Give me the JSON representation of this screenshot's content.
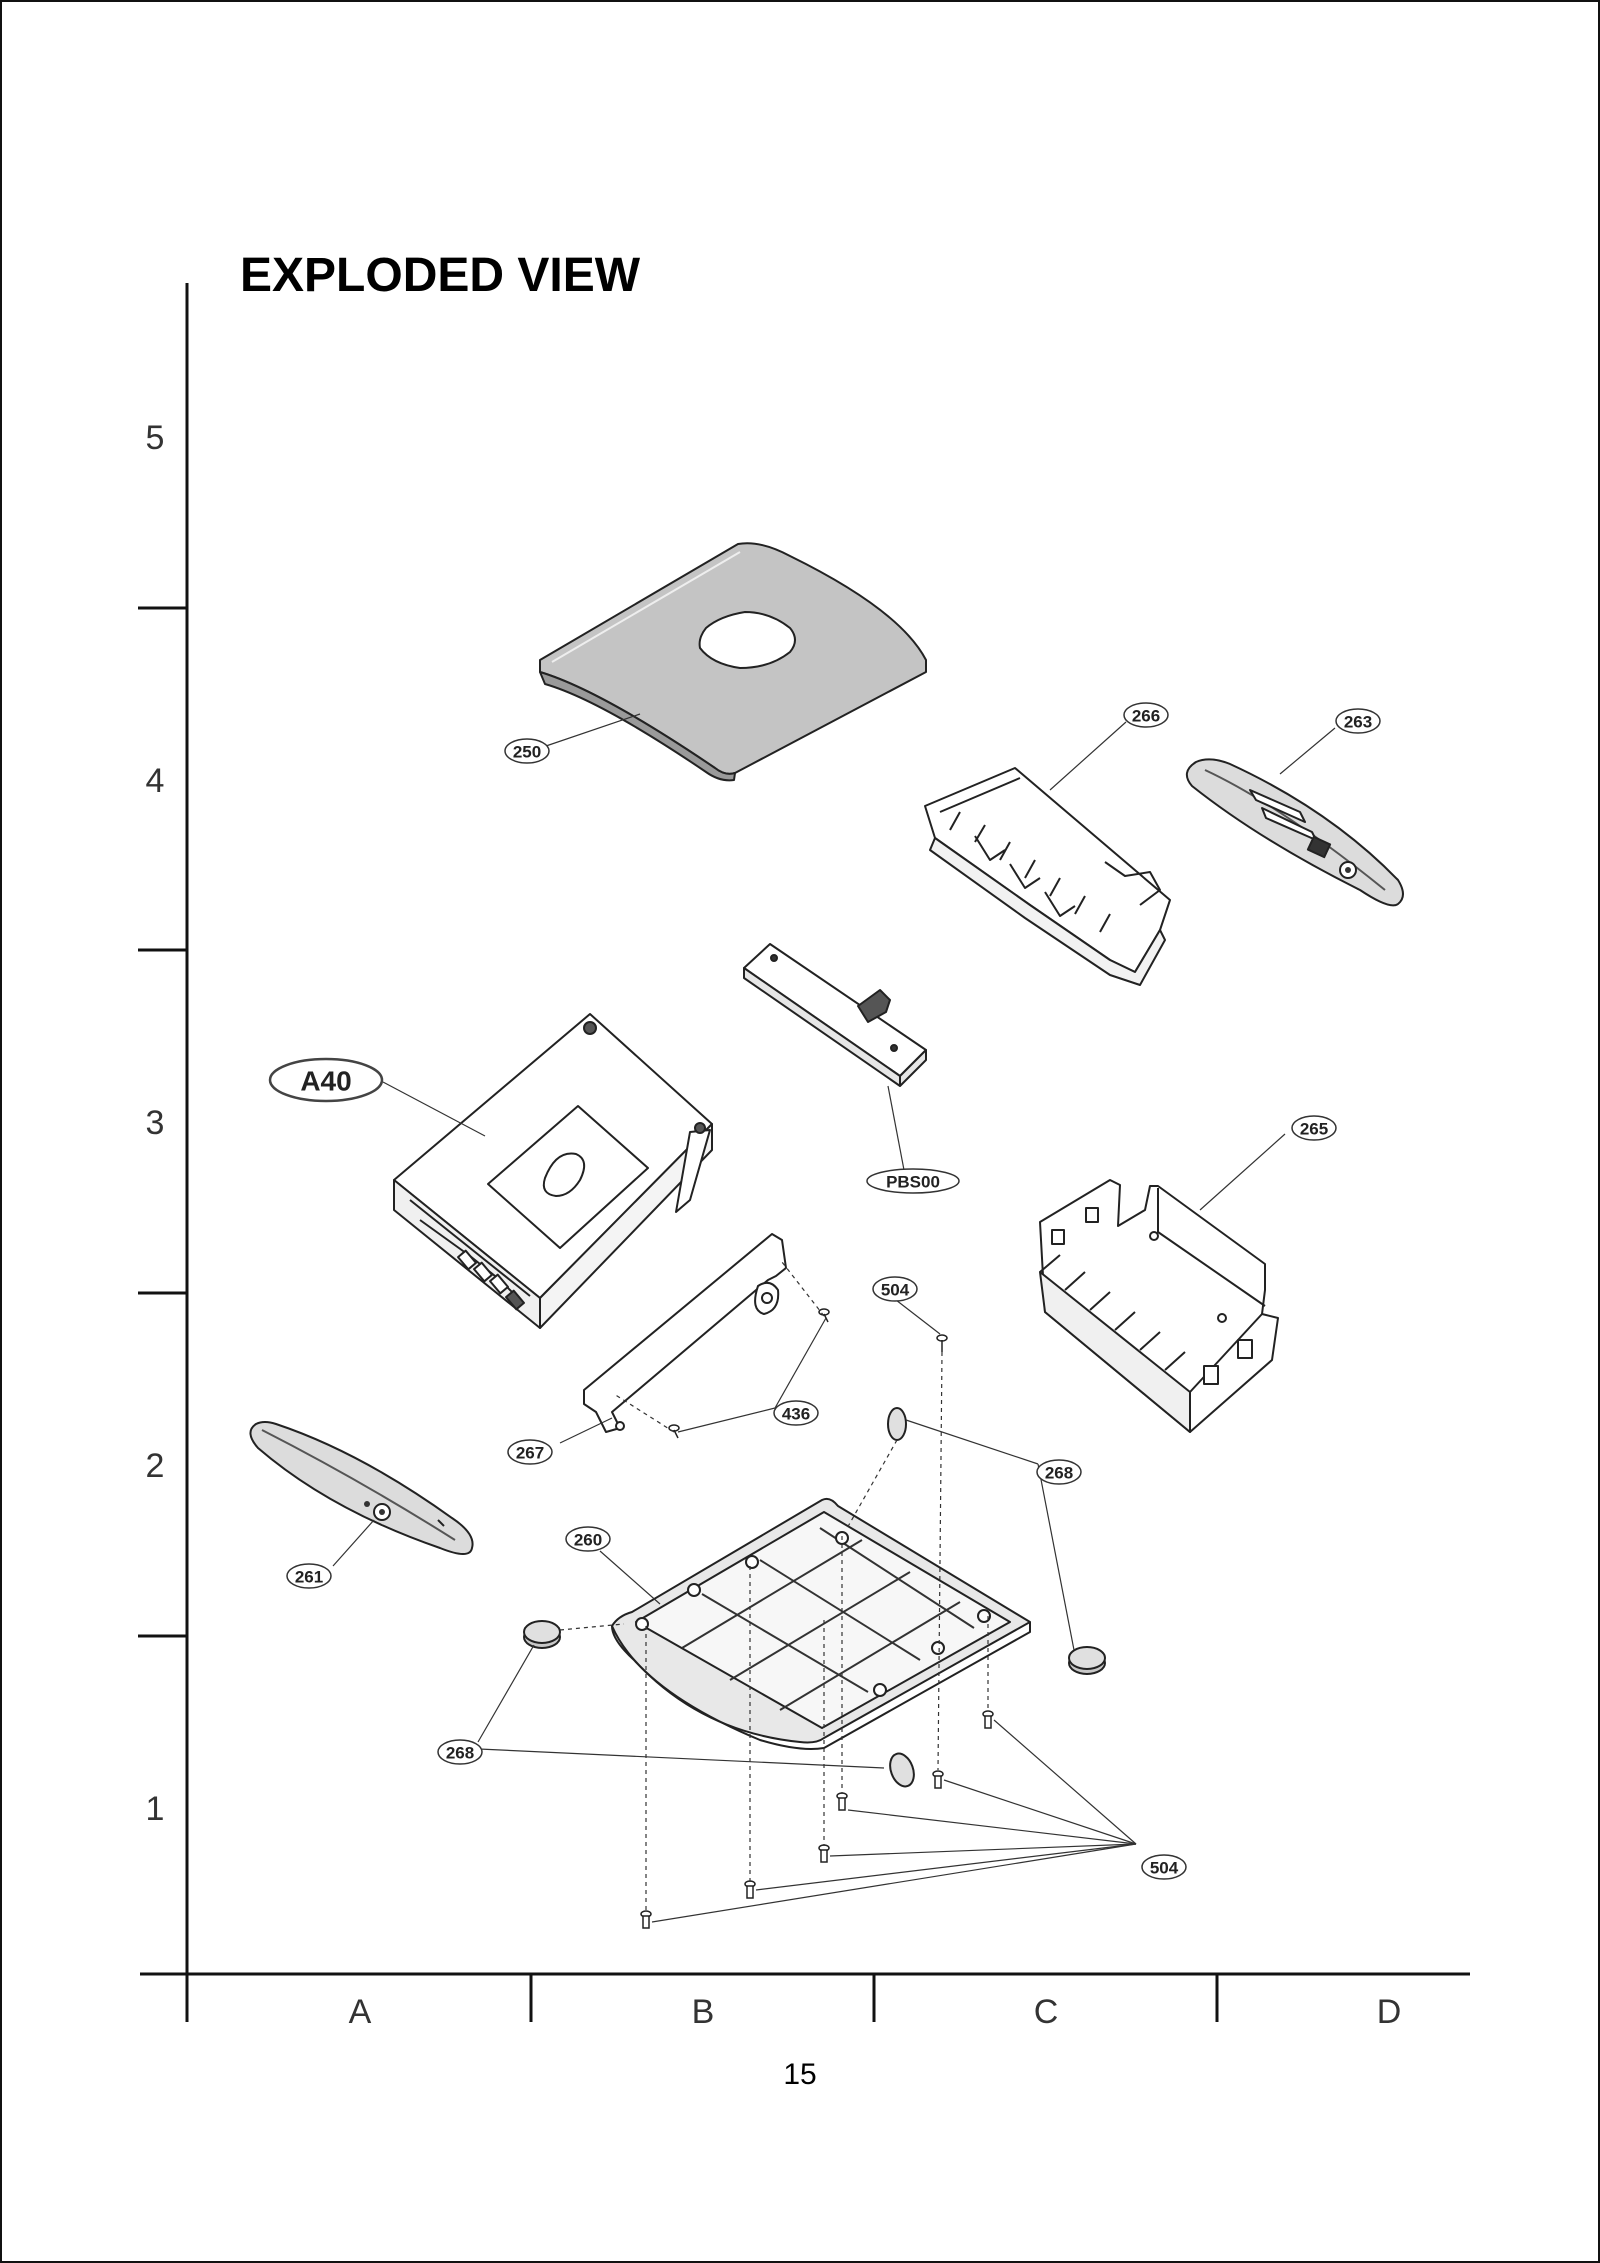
{
  "title": "EXPLODED VIEW",
  "page_number": "15",
  "grid": {
    "rows": [
      "5",
      "4",
      "3",
      "2",
      "1"
    ],
    "columns": [
      "A",
      "B",
      "C",
      "D"
    ]
  },
  "parts": {
    "a40": "A40",
    "p250": "250",
    "p266": "266",
    "p263": "263",
    "p265": "265",
    "pbs00": "PBS00",
    "p504_top": "504",
    "p436": "436",
    "p267": "267",
    "p268_right": "268",
    "p260": "260",
    "p261": "261",
    "p268_left": "268",
    "p504_bottom": "504"
  }
}
